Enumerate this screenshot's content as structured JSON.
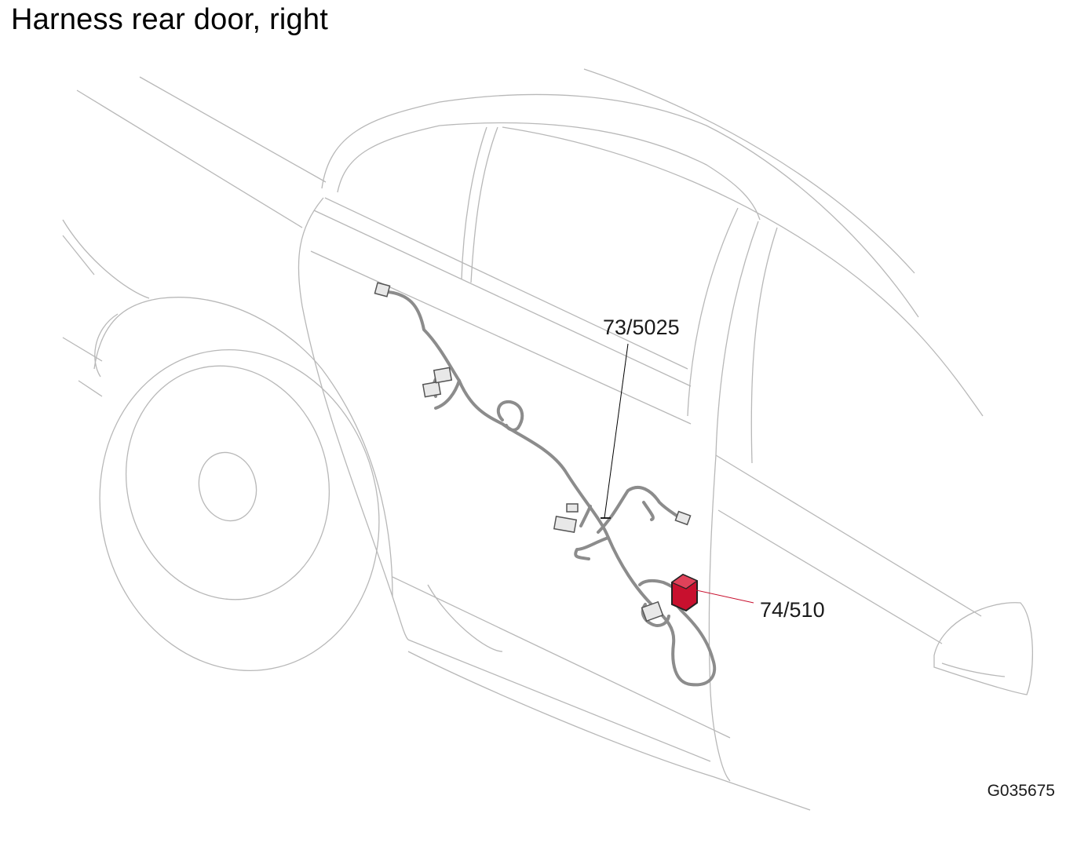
{
  "page": {
    "title": "Harness rear door, right",
    "reference_code": "G035675"
  },
  "callouts": [
    {
      "id": "harness",
      "label": "73/5025",
      "points_to": "harness-clip"
    },
    {
      "id": "component",
      "label": "74/510",
      "points_to": "red-connector"
    }
  ],
  "colors": {
    "outline": "#b5b5b5",
    "harness": "#8c8c8c",
    "highlight": "#c8102e",
    "leader": "#000000",
    "leader_highlight": "#c8102e"
  }
}
